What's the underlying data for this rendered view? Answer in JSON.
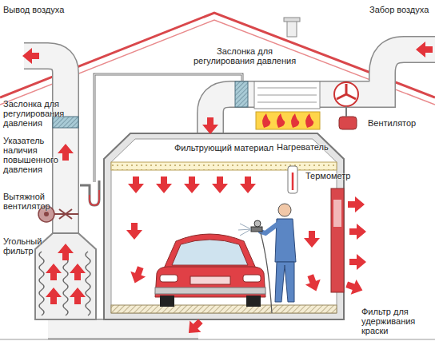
{
  "diagram": {
    "nodes": [
      {
        "text": [
          "Фильтрующий материал"
        ]
      }
    ],
    "labels": [
      "Вывод воздуха",
      "Забор воздуха",
      "Заслонка для регулирования давления",
      "Заслонка для регулирования давления",
      "Вентилятор",
      "Указатель наличия повышенного давления",
      "Нагреватель",
      "Термометр",
      "Вытяжной вентилятор",
      "Угольный фильтр",
      "Фильтр для удерживания краски"
    ]
  }
}
